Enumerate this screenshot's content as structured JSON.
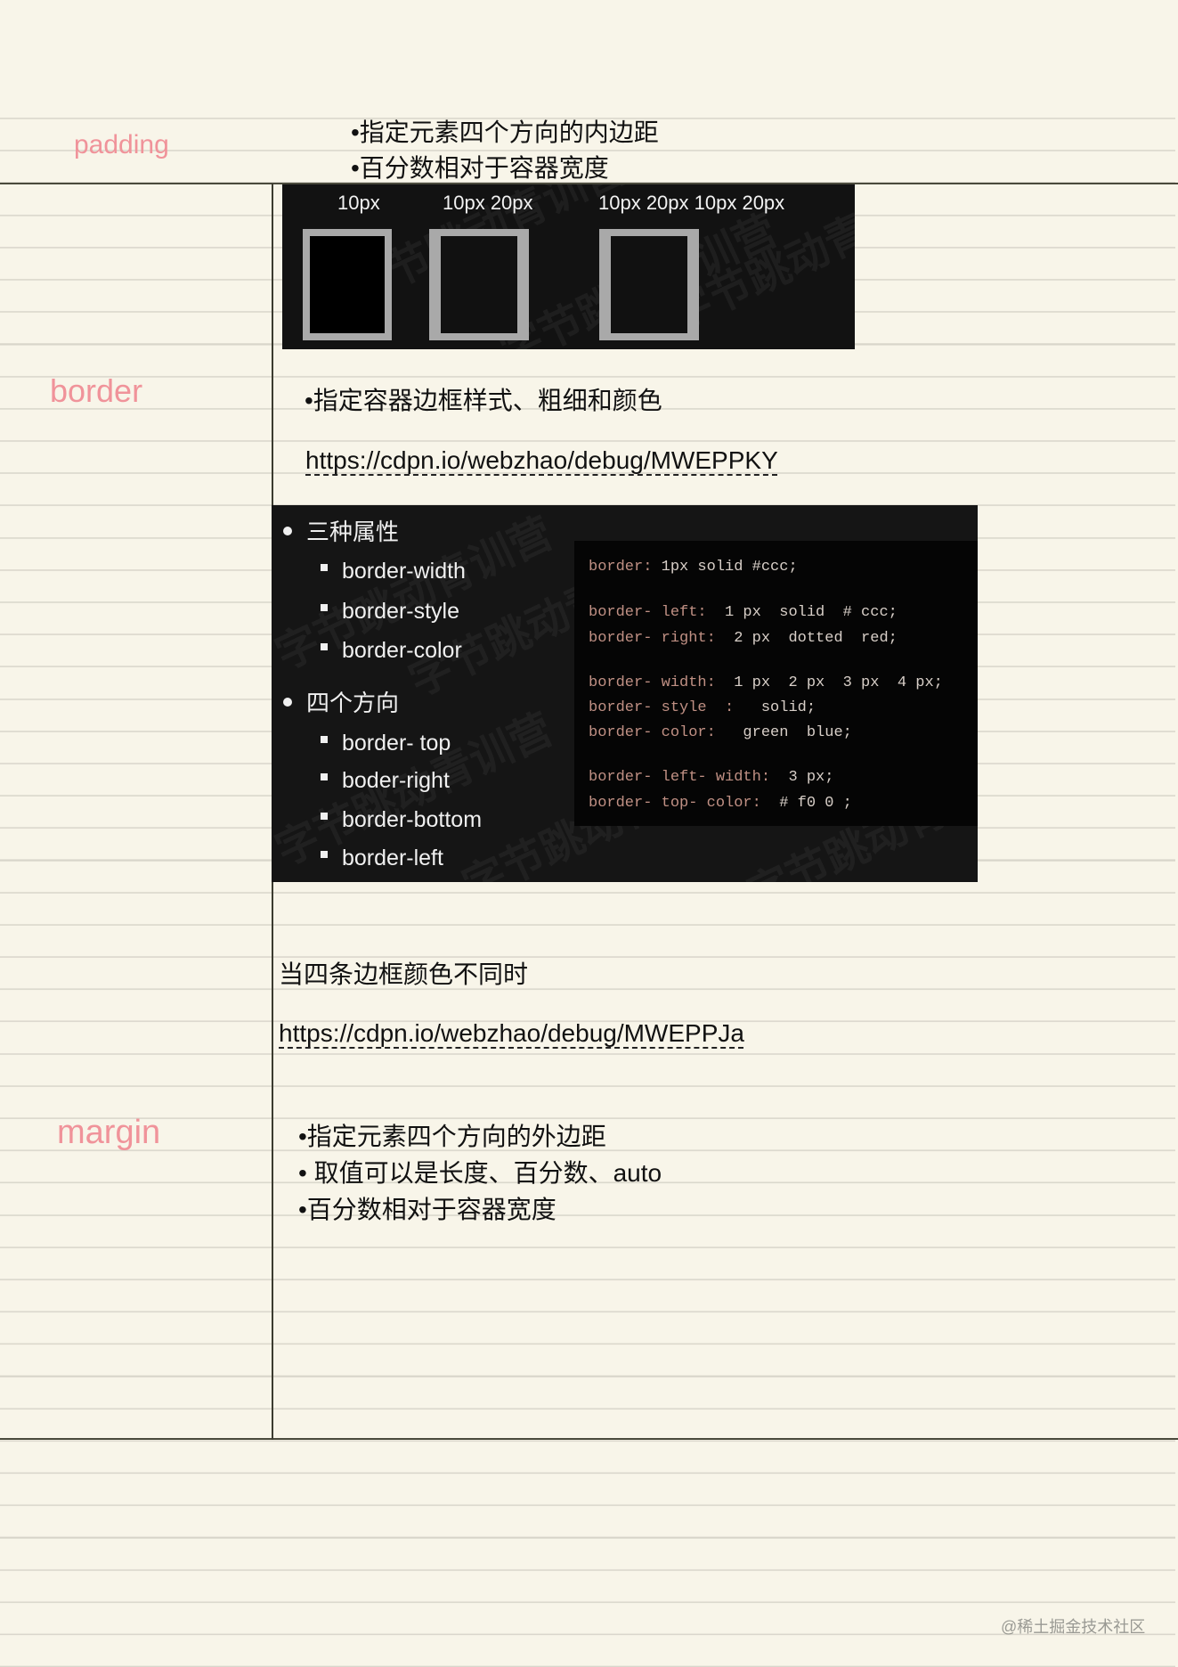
{
  "sections": {
    "padding": {
      "label": "padding",
      "bullets": [
        "•指定元素四个方向的内边距",
        "•百分数相对于容器宽度"
      ],
      "example": {
        "captions": [
          "10px",
          "10px 20px",
          "10px 20px 10px 20px"
        ]
      }
    },
    "border": {
      "label": "border",
      "bullet": "•指定容器边框样式、粗细和颜色",
      "link": "https://cdpn.io/webzhao/debug/MWEPPKY",
      "slide": {
        "groups": [
          {
            "title": "三种属性",
            "items": [
              "border-width",
              "border-style",
              "border-color"
            ]
          },
          {
            "title": "四个方向",
            "items": [
              "border- top",
              "boder-right",
              "border-bottom",
              "border-left"
            ]
          }
        ],
        "code": [
          {
            "prop": "border:",
            "val": " 1px solid #ccc;"
          },
          {
            "prop": "border- left:",
            "val": "  1 px  solid  # ccc;"
          },
          {
            "prop": "border- right:",
            "val": "  2 px  dotted  red;"
          },
          {
            "prop": "border- width:",
            "val": "  1 px  2 px  3 px  4 px;"
          },
          {
            "prop": "border- style  :",
            "val": "   solid;"
          },
          {
            "prop": "border- color:",
            "val": "   green  blue;"
          },
          {
            "prop": "border- left- width:",
            "val": "  3 px;"
          },
          {
            "prop": "border- top- color:",
            "val": "  # f0 0 ;"
          }
        ],
        "watermark": "字节跳动青训营"
      },
      "note": "当四条边框颜色不同时",
      "note_link": "https://cdpn.io/webzhao/debug/MWEPPJa"
    },
    "margin": {
      "label": "margin",
      "bullets": [
        "•指定元素四个方向的外边距",
        "• 取值可以是长度、百分数、auto",
        "•百分数相对于容器宽度"
      ]
    }
  },
  "footer": {
    "watermark": "@稀土掘金技术社区"
  },
  "colors": {
    "label": "#f0939a",
    "paper": "#f8f5e9",
    "rule": "#d9d6cb",
    "divider": "#4a4a3c"
  }
}
